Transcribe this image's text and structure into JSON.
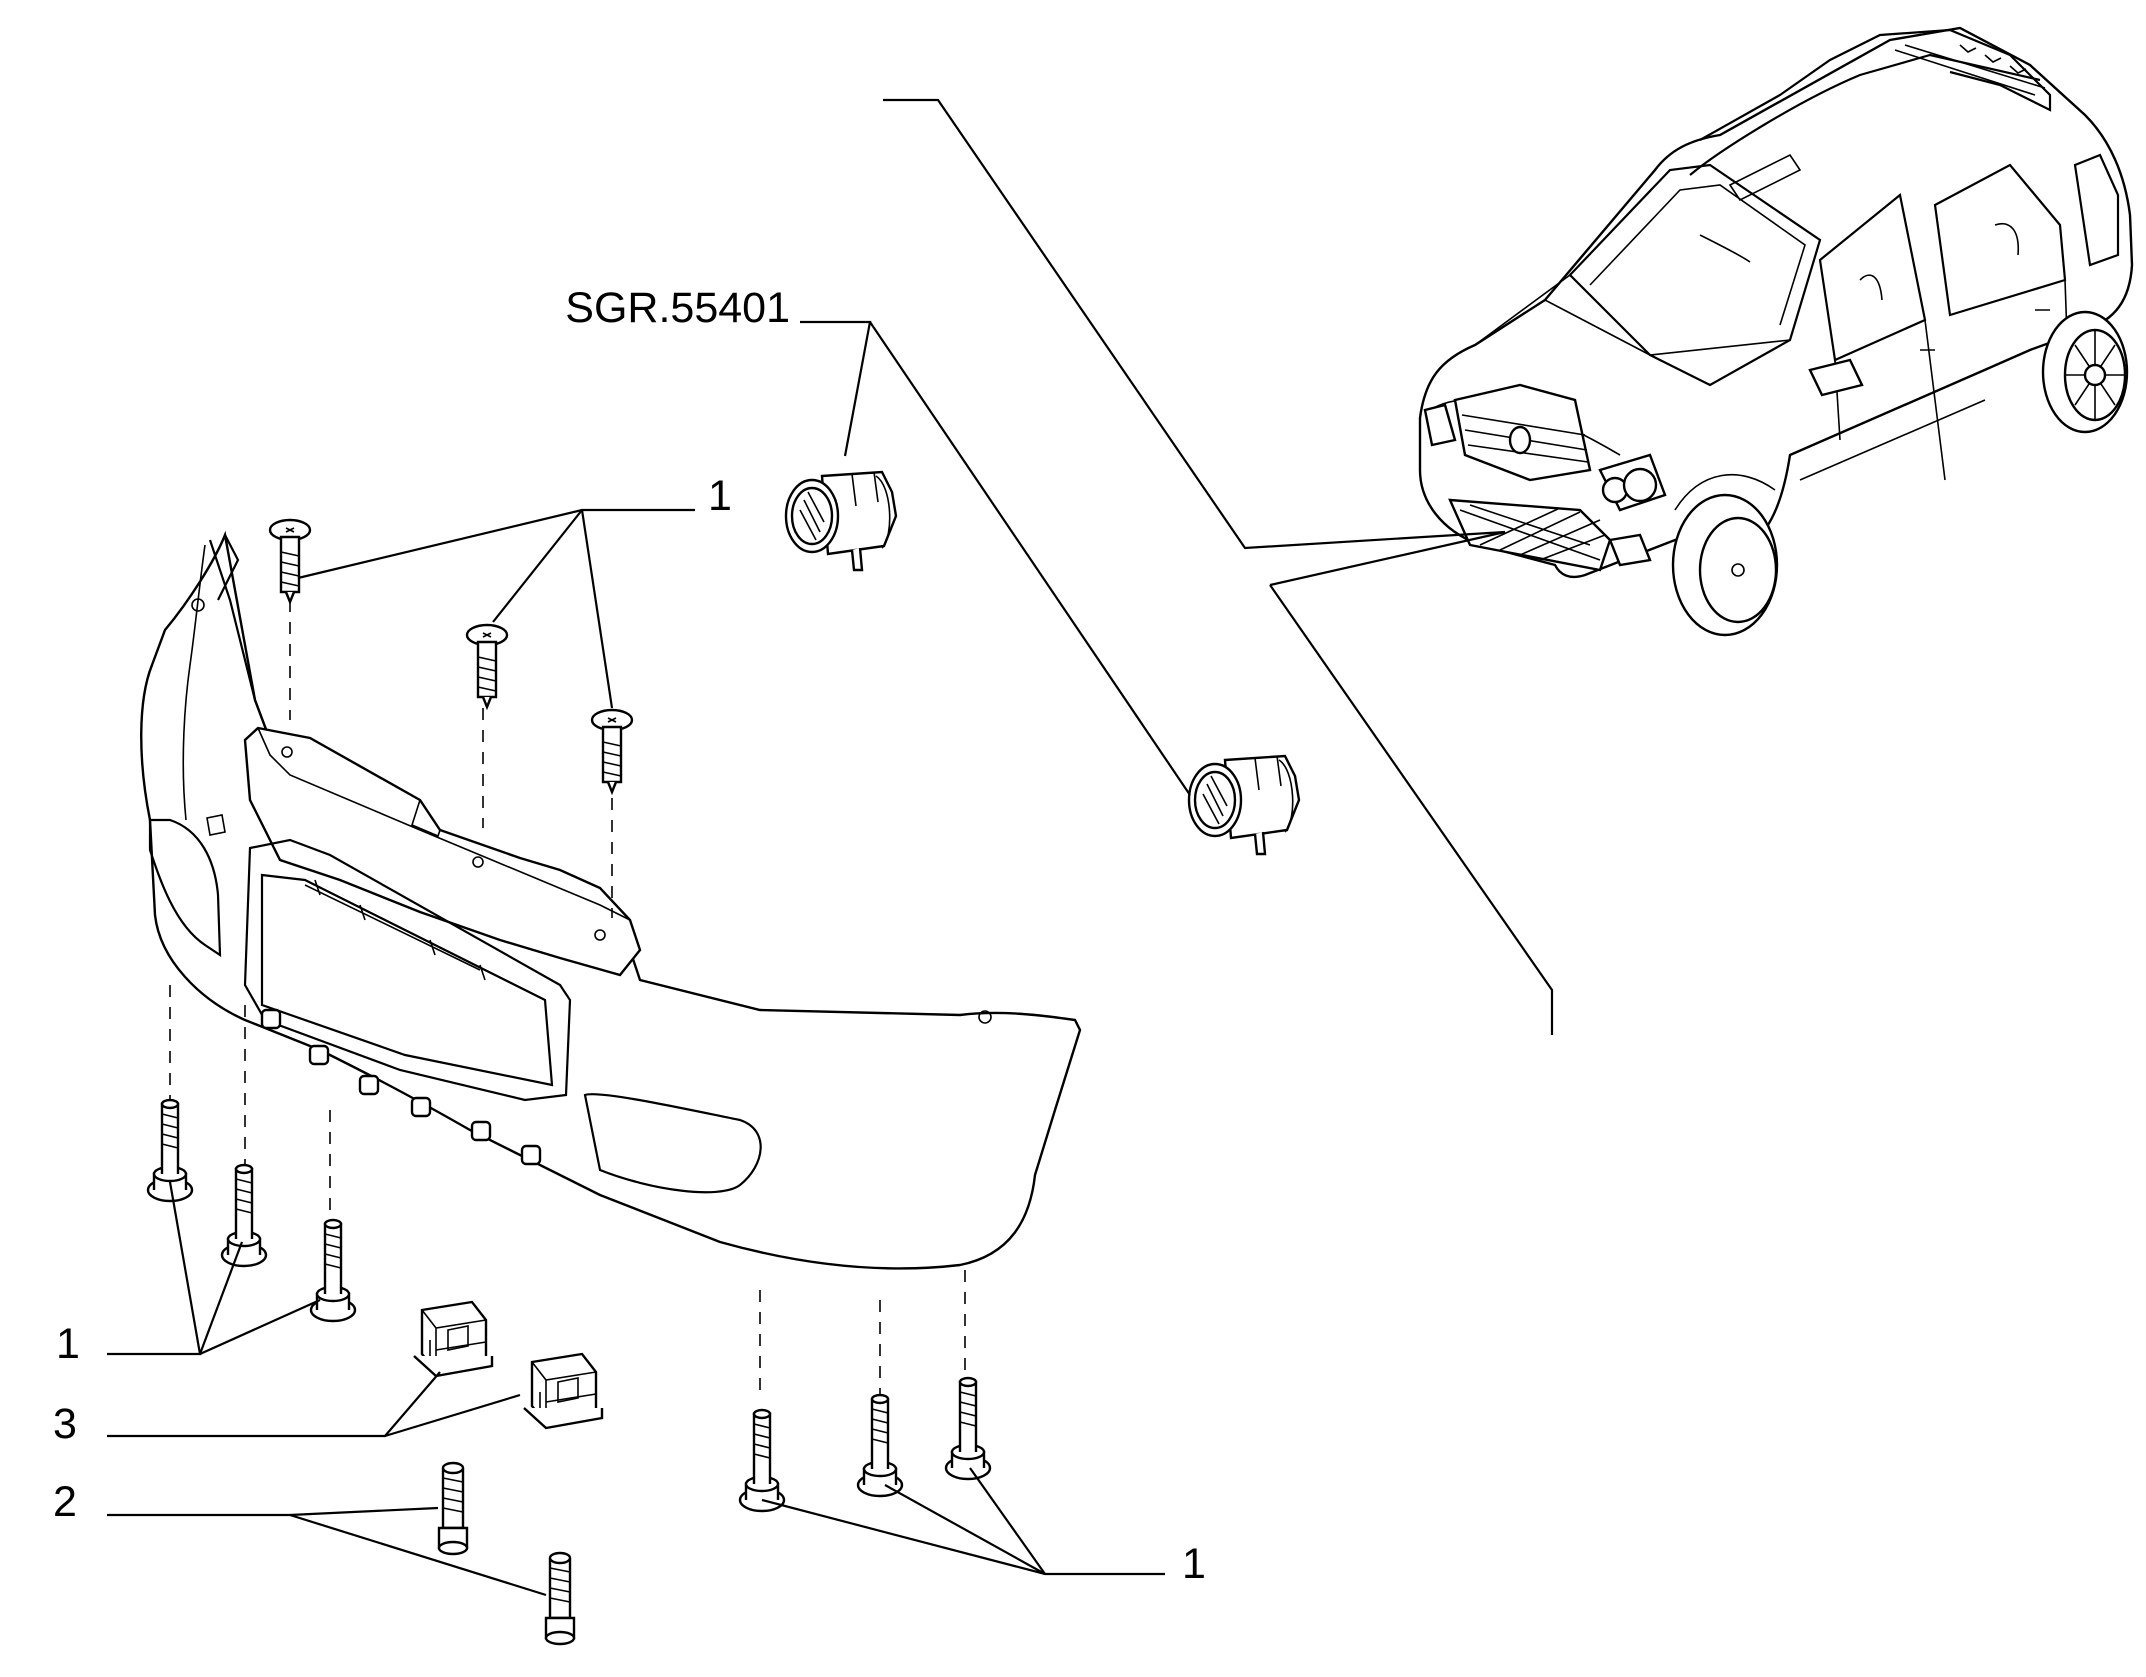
{
  "diagram": {
    "callouts": {
      "group_ref": "SGR.55401",
      "top_screws": "1",
      "left_screws": "1",
      "clips": "3",
      "bolts": "2",
      "bottom_screws": "1"
    }
  }
}
